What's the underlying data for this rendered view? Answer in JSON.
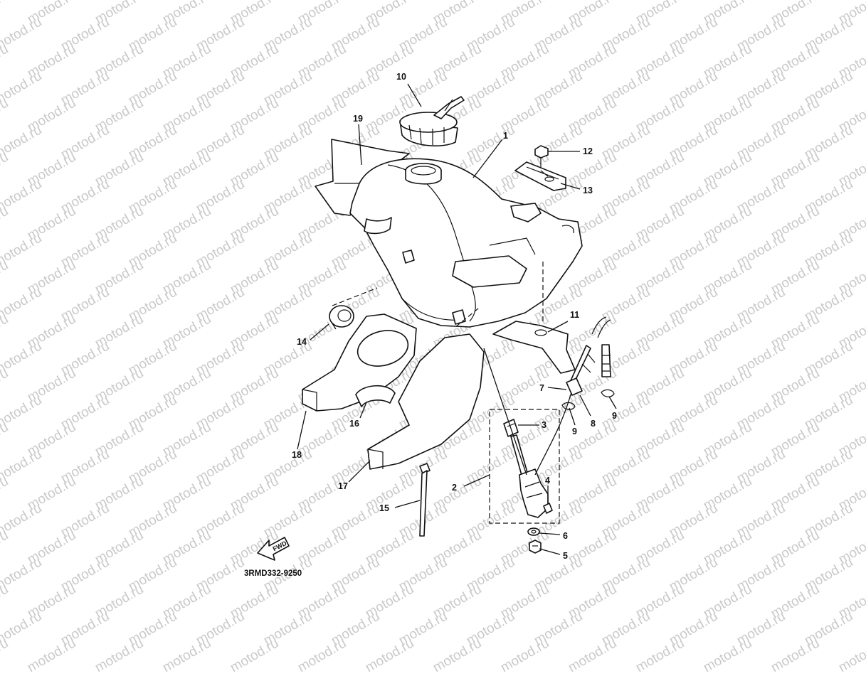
{
  "watermark": "motod.ru",
  "diagram_code": "3RMD332-9250",
  "fwd_label": "FWD",
  "callouts": {
    "c1": "1",
    "c2": "2",
    "c3": "3",
    "c4": "4",
    "c5": "5",
    "c6": "6",
    "c7": "7",
    "c8": "8",
    "c9a": "9",
    "c9b": "9",
    "c10": "10",
    "c11": "11",
    "c12": "12",
    "c13": "13",
    "c14": "14",
    "c15": "15",
    "c16": "16",
    "c17": "17",
    "c18": "18",
    "c19": "19"
  }
}
